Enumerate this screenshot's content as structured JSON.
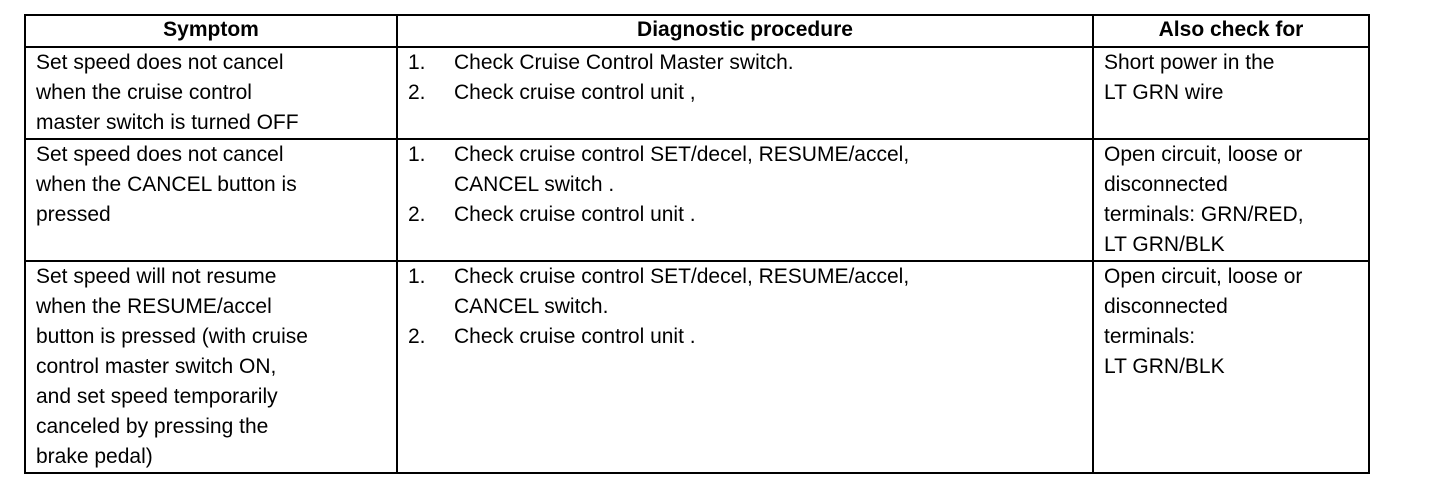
{
  "table": {
    "headers": {
      "symptom": "Symptom",
      "procedure": "Diagnostic procedure",
      "check": "Also check for"
    },
    "rows": [
      {
        "symptom": [
          "Set speed does not cancel",
          "when the cruise control",
          "master switch is turned OFF"
        ],
        "steps": [
          {
            "num": "1.",
            "lines": [
              "Check Cruise Control Master switch."
            ]
          },
          {
            "num": "2.",
            "lines": [
              "Check cruise control unit ,"
            ]
          }
        ],
        "check": [
          "Short power in the",
          "LT GRN wire"
        ]
      },
      {
        "symptom": [
          "Set speed does not cancel",
          "when the CANCEL button is",
          "pressed"
        ],
        "steps": [
          {
            "num": "1.",
            "lines": [
              "Check cruise control SET/decel, RESUME/accel,",
              "CANCEL switch ."
            ]
          },
          {
            "num": "2.",
            "lines": [
              "Check cruise control unit ."
            ]
          }
        ],
        "check": [
          "Open circuit, loose or",
          "disconnected",
          "terminals: GRN/RED,",
          "LT GRN/BLK"
        ]
      },
      {
        "symptom": [
          "Set speed will not resume",
          "when the RESUME/accel",
          "button is pressed (with cruise",
          "control master switch ON,",
          "and set speed temporarily",
          "canceled by pressing the",
          "brake pedal)"
        ],
        "steps": [
          {
            "num": "1.",
            "lines": [
              "Check cruise control SET/decel, RESUME/accel,",
              "CANCEL switch."
            ]
          },
          {
            "num": "2.",
            "lines": [
              "Check cruise control unit ."
            ]
          }
        ],
        "check": [
          "Open circuit, loose or",
          "disconnected",
          "terminals:",
          "LT GRN/BLK"
        ]
      }
    ]
  }
}
